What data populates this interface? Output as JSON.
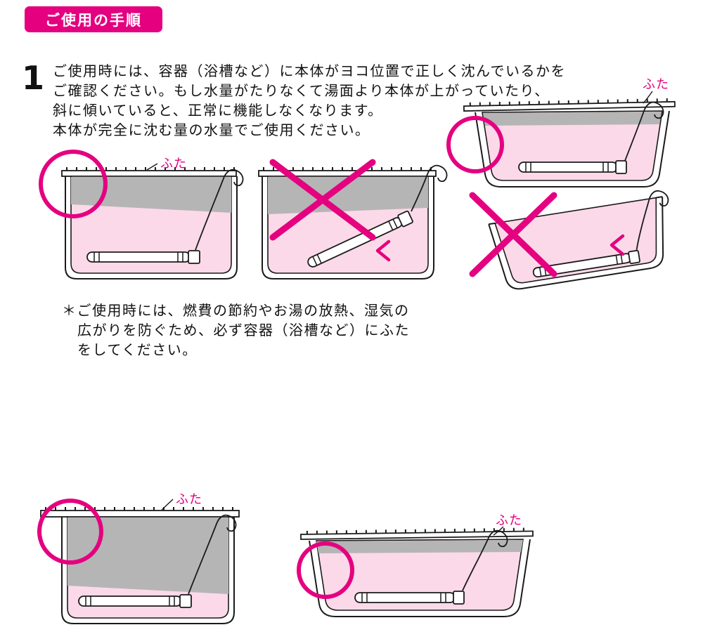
{
  "badge": {
    "label": "ご使用の手順"
  },
  "step": {
    "number": "1",
    "instructions": [
      "ご使用時には、容器（浴槽など）に本体がヨコ位置で正しく沈んでいるかを",
      "ご確認ください。もし水量がたりなくて湯面より本体が上がっていたり、",
      "斜に傾いていると、正常に機能しなくなります。",
      "本体が完全に沈む量の水量でご使用ください。"
    ]
  },
  "footnote": {
    "lines": [
      "＊ご使用時には、燃費の節約やお湯の放熱、湿気の",
      "広がりを防ぐため、必ず容器（浴槽など）にふた",
      "をしてください。"
    ]
  },
  "labels": {
    "lid": "ふた"
  },
  "colors": {
    "accent": "#e4007f",
    "water": "#fbd9e8",
    "shade": "#b5b5b5",
    "line": "#1a1a1a"
  }
}
